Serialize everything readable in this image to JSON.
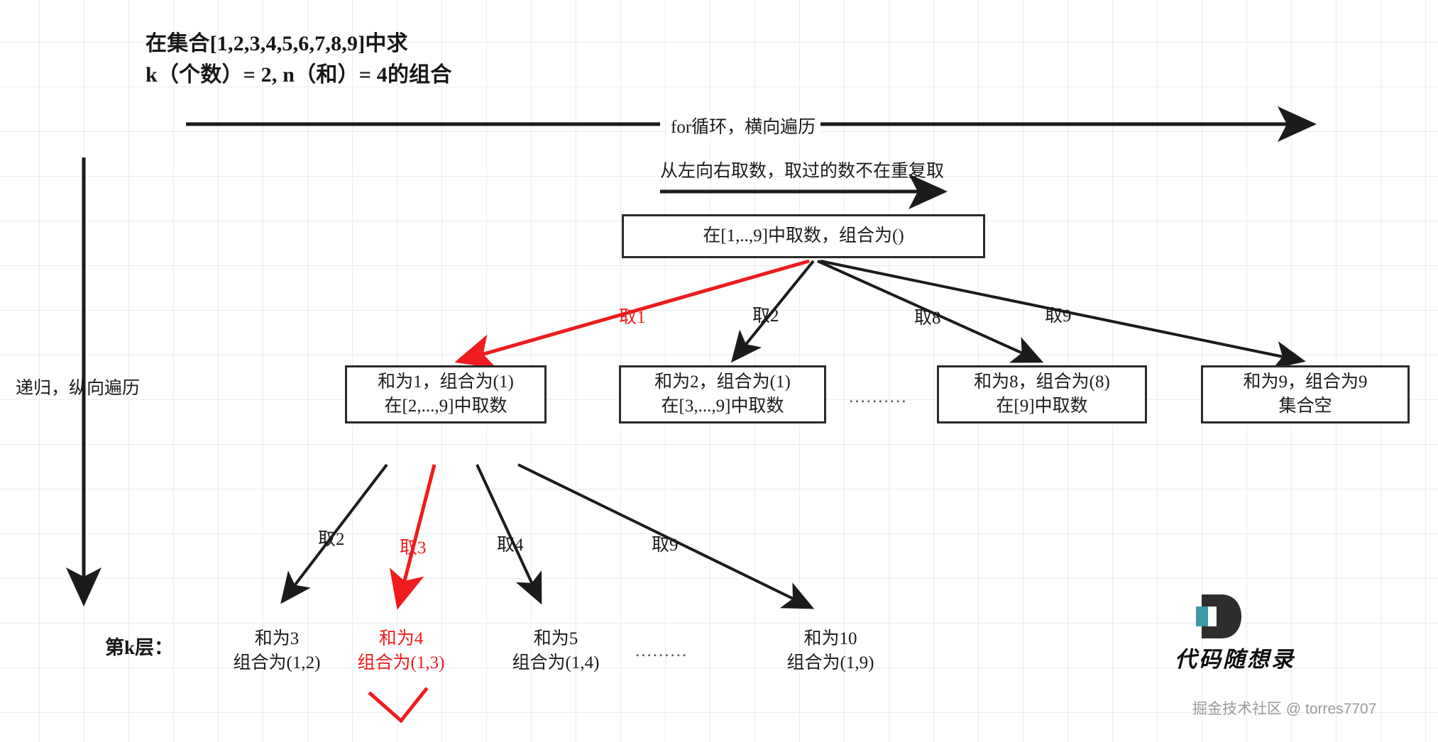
{
  "title": {
    "line1": "在集合[1,2,3,4,5,6,7,8,9]中求",
    "line2": "k（个数）= 2, n（和）= 4的组合"
  },
  "axes": {
    "horizontal_label": "for循环，横向遍历",
    "horizontal_sub_label": "从左向右取数，取过的数不在重复取",
    "vertical_label": "递归，纵向遍历"
  },
  "tree": {
    "root": {
      "line1": "在[1,..,9]中取数，组合为()"
    },
    "level2_edges": [
      {
        "label": "取1",
        "color": "#ee1c1c"
      },
      {
        "label": "取2",
        "color": "#1b1b1b"
      },
      {
        "label": "取8",
        "color": "#1b1b1b"
      },
      {
        "label": "取9",
        "color": "#1b1b1b"
      }
    ],
    "level2_nodes": [
      {
        "line1": "和为1，组合为(1)",
        "line2": "在[2,...,9]中取数"
      },
      {
        "line1": "和为2，组合为(1)",
        "line2": "在[3,...,9]中取数"
      },
      {
        "line1": "和为8，组合为(8)",
        "line2": "在[9]中取数"
      },
      {
        "line1": "和为9，组合为9",
        "line2": "集合空"
      }
    ],
    "level2_ellipsis": "..........",
    "level3_edges": [
      {
        "label": "取2",
        "color": "#1b1b1b"
      },
      {
        "label": "取3",
        "color": "#ee1c1c"
      },
      {
        "label": "取4",
        "color": "#1b1b1b"
      },
      {
        "label": "取9",
        "color": "#1b1b1b"
      }
    ],
    "level3_leaves": [
      {
        "line1": "和为3",
        "line2": "组合为(1,2)",
        "color": "#1b1b1b"
      },
      {
        "line1": "和为4",
        "line2": "组合为(1,3)",
        "color": "#ee1c1c"
      },
      {
        "line1": "和为5",
        "line2": "组合为(1,4)",
        "color": "#1b1b1b"
      },
      {
        "line1": "和为10",
        "line2": "组合为(1,9)",
        "color": "#1b1b1b"
      }
    ],
    "level3_ellipsis": ".........",
    "layer_label": "第k层："
  },
  "branding": {
    "logo_text": "代码随想录",
    "logo_mark_dark": "#2d2d2d",
    "logo_mark_teal": "#3d9aa6",
    "watermark": "掘金技术社区 @ torres7707"
  },
  "colors": {
    "ink": "#1b1b1b",
    "highlight": "#ee1c1c",
    "grid": "#cdd2da"
  }
}
